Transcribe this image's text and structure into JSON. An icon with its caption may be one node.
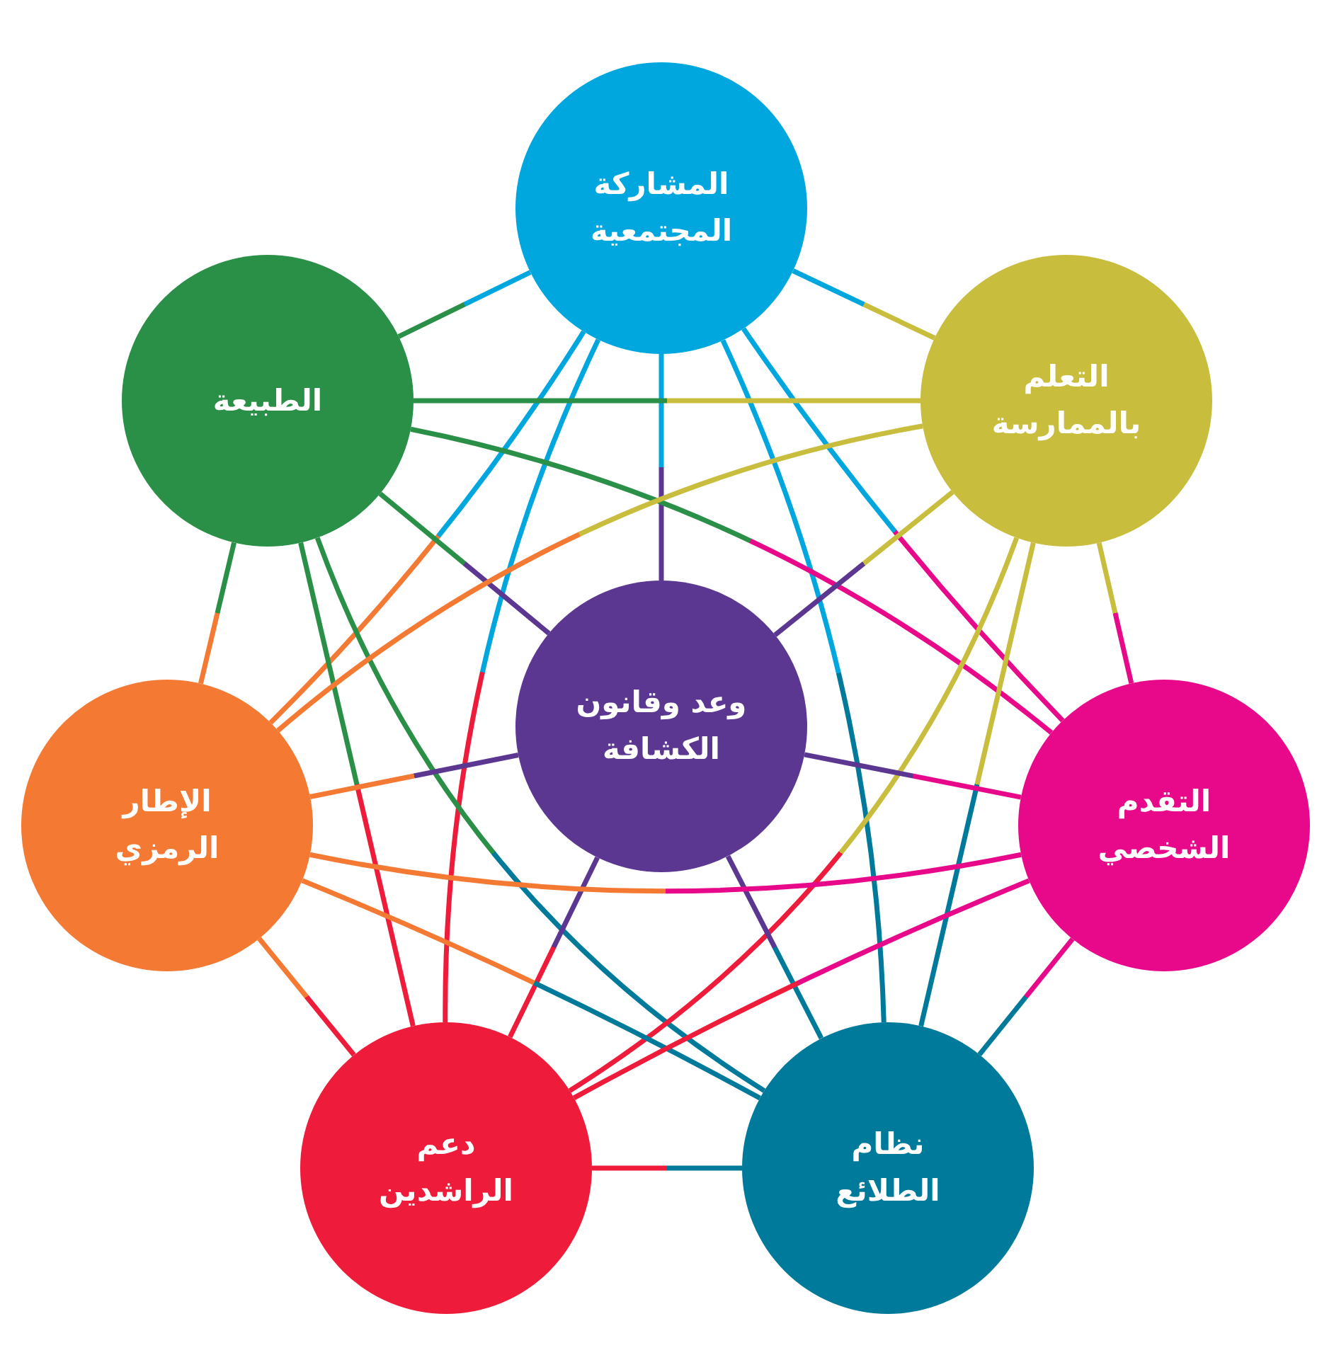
{
  "diagram": {
    "nodes": [
      {
        "text": [
          "المشاركة المجتمعية"
        ]
      },
      {
        "text": [
          "الطبيعة"
        ]
      },
      {
        "text": [
          "التعلم بالممارسة"
        ]
      },
      {
        "text": [
          "وعد وقانون الكشافة"
        ]
      },
      {
        "text": [
          "الإطار الرمزي"
        ]
      },
      {
        "text": [
          "التقدم الشخصي"
        ]
      },
      {
        "text": [
          "دعم الراشدين"
        ]
      },
      {
        "text": [
          "نظام الطلائع"
        ]
      }
    ],
    "edges": [
      {
        "from": 0,
        "to": 1,
        "arrow": "none"
      },
      {
        "from": 0,
        "to": 2,
        "arrow": "none"
      },
      {
        "from": 0,
        "to": 3,
        "arrow": "none"
      },
      {
        "from": 0,
        "to": 4,
        "arrow": "none"
      },
      {
        "from": 0,
        "to": 5,
        "arrow": "none"
      },
      {
        "from": 0,
        "to": 6,
        "arrow": "none"
      },
      {
        "from": 0,
        "to": 7,
        "arrow": "none"
      },
      {
        "from": 1,
        "to": 2,
        "arrow": "none"
      },
      {
        "from": 1,
        "to": 3,
        "arrow": "none"
      },
      {
        "from": 1,
        "to": 4,
        "arrow": "none"
      },
      {
        "from": 1,
        "to": 5,
        "arrow": "none"
      },
      {
        "from": 1,
        "to": 6,
        "arrow": "none"
      },
      {
        "from": 1,
        "to": 7,
        "arrow": "none"
      },
      {
        "from": 2,
        "to": 3,
        "arrow": "none"
      },
      {
        "from": 2,
        "to": 4,
        "arrow": "none"
      },
      {
        "from": 2,
        "to": 5,
        "arrow": "none"
      },
      {
        "from": 2,
        "to": 6,
        "arrow": "none"
      },
      {
        "from": 2,
        "to": 7,
        "arrow": "none"
      },
      {
        "from": 3,
        "to": 4,
        "arrow": "none"
      },
      {
        "from": 3,
        "to": 5,
        "arrow": "none"
      },
      {
        "from": 3,
        "to": 6,
        "arrow": "none"
      },
      {
        "from": 3,
        "to": 7,
        "arrow": "none"
      },
      {
        "from": 4,
        "to": 5,
        "arrow": "none"
      },
      {
        "from": 4,
        "to": 6,
        "arrow": "none"
      },
      {
        "from": 4,
        "to": 7,
        "arrow": "none"
      },
      {
        "from": 5,
        "to": 6,
        "arrow": "none"
      },
      {
        "from": 5,
        "to": 7,
        "arrow": "none"
      },
      {
        "from": 6,
        "to": 7,
        "arrow": "none"
      }
    ]
  }
}
